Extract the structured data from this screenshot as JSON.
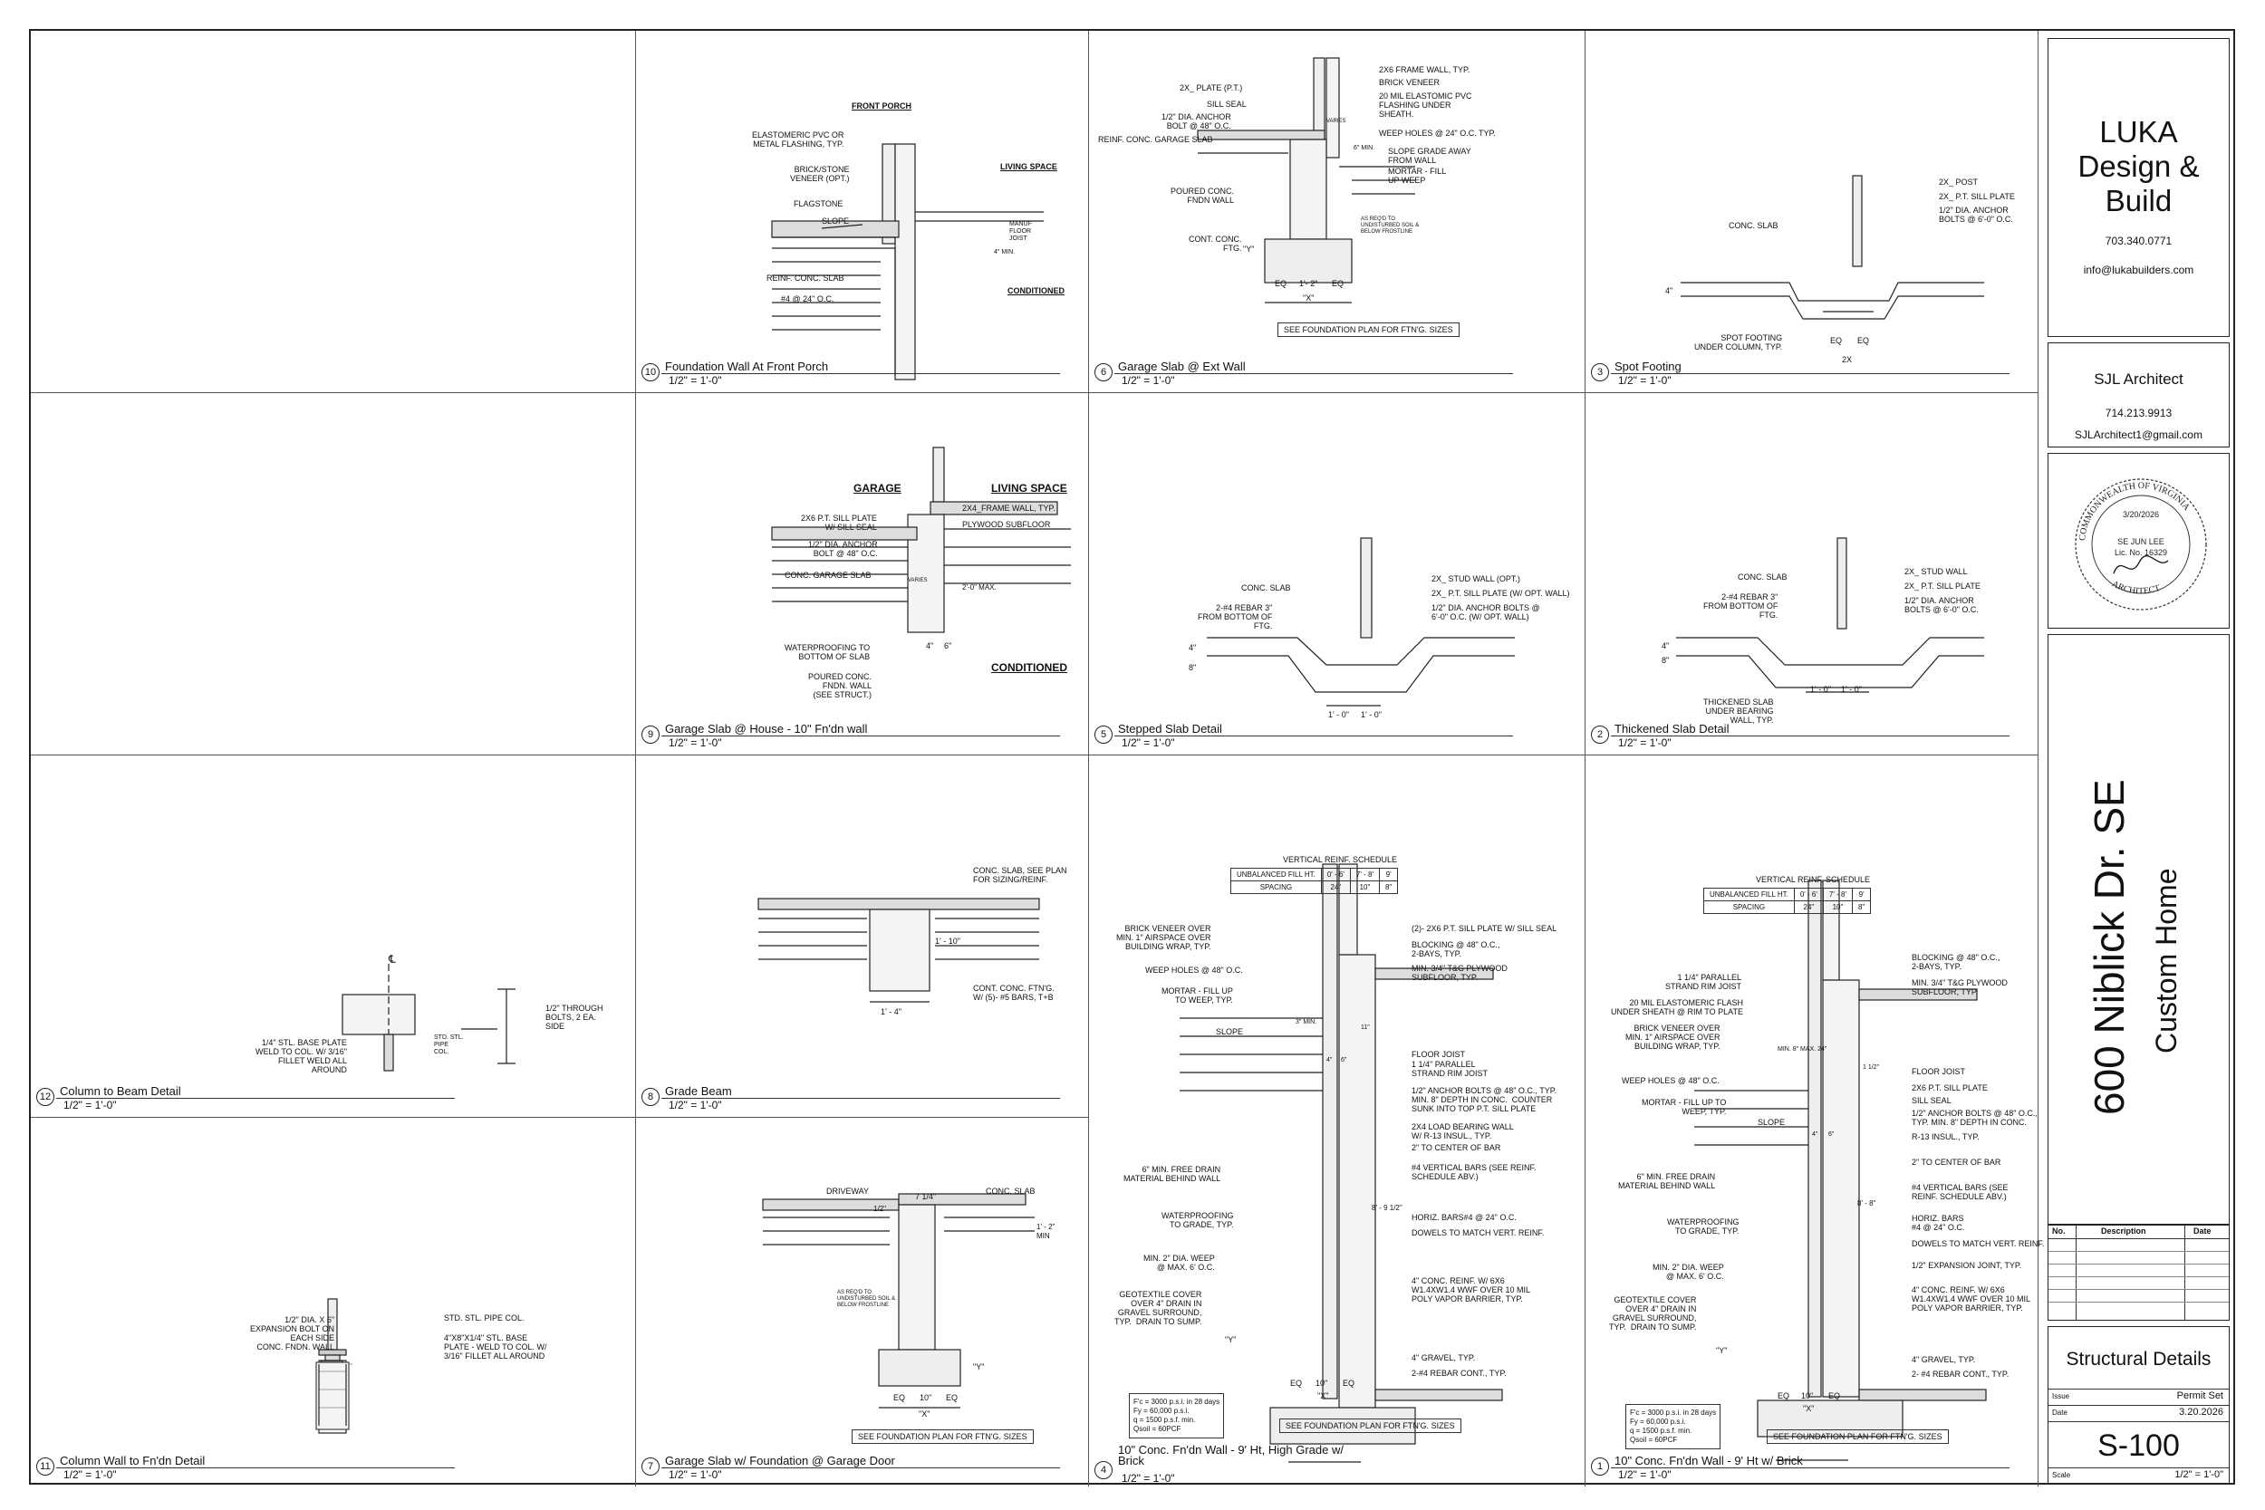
{
  "firm": {
    "name_line1": "LUKA",
    "name_line2": "Design &",
    "name_line3": "Build",
    "phone": "703.340.0771",
    "email": "info@lukabuilders.com"
  },
  "architect": {
    "name": "SJL Architect",
    "phone": "714.213.9913",
    "email": "SJLArchitect1@gmail.com"
  },
  "seal": {
    "ring_top": "COMMONWEALTH OF VIRGINIA",
    "date": "3/20/2026",
    "name": "SE JUN LEE",
    "lic": "Lic. No. 16329",
    "ring_bottom": "ARCHITECT"
  },
  "project": {
    "address": "600 Niblick Dr. SE",
    "type": "Custom Home"
  },
  "revisions": {
    "col_no": "No.",
    "col_desc": "Description",
    "col_date": "Date"
  },
  "sheet": {
    "title": "Structural Details",
    "issue_label": "Issue",
    "issue": "Permit Set",
    "date_label": "Date",
    "date": "3.20.2026",
    "number": "S-100",
    "scale_label": "Scale",
    "scale": "1/2\" = 1'-0\""
  },
  "details": {
    "d10": {
      "num": "10",
      "title": "Foundation Wall At Front Porch",
      "scale": "1/2\" = 1'-0\"",
      "labels": [
        "FRONT PORCH",
        "ELASTOMERIC PVC OR\nMETAL FLASHING, TYP.",
        "BRICK/STONE\nVENEER (OPT.)",
        "FLAGSTONE",
        "SLOPE",
        "REINF. CONC. SLAB",
        "#4 @ 24\" O.C.",
        "LIVING SPACE",
        "CONDITIONED",
        "MANUF\nFLOOR\nJOIST",
        "4\" MIN."
      ]
    },
    "d6": {
      "num": "6",
      "title": "Garage Slab @ Ext Wall",
      "scale": "1/2\" = 1'-0\"",
      "labels": [
        "2X_ PLATE (P.T.)",
        "SILL SEAL",
        "1/2\" DIA. ANCHOR\nBOLT @ 48\" O.C.",
        "REINF. CONC. GARAGE SLAB",
        "POURED CONC.\nFNDN WALL",
        "CONT. CONC.\nFTG.",
        "2X6 FRAME WALL, TYP.",
        "BRICK VENEER",
        "20 MIL ELASTOMIC PVC\nFLASHING UNDER\nSHEATH.",
        "WEEP HOLES @ 24\" O.C. TYP.",
        "SLOPE GRADE AWAY\nFROM WALL",
        "MORTAR - FILL\nUP WEEP",
        "EQ",
        "1'- 2\"",
        "EQ",
        "\"X\"",
        "SEE FOUNDATION PLAN FOR FTN'G. SIZES",
        "\"Y\"",
        "AS REQ'D TO\nUNDISTURBED SOIL &\nBELOW FROSTLINE",
        "VARIES",
        "6\" MIN."
      ]
    },
    "d3": {
      "num": "3",
      "title": "Spot Footing",
      "scale": "1/2\" = 1'-0\"",
      "labels": [
        "CONC. SLAB",
        "2X_ POST",
        "2X_ P.T. SILL PLATE",
        "1/2\" DIA. ANCHOR\nBOLTS @ 6'-0\" O.C.",
        "SPOT FOOTING\nUNDER COLUMN, TYP.",
        "EQ",
        "EQ",
        "2X",
        "4\""
      ]
    },
    "d9": {
      "num": "9",
      "title": "Garage Slab @ House - 10\" Fn'dn wall",
      "scale": "1/2\" = 1'-0\"",
      "labels": [
        "GARAGE",
        "LIVING SPACE",
        "2X6 P.T. SILL PLATE\nW/ SILL SEAL",
        "1/2\" DIA. ANCHOR\nBOLT @ 48\" O.C.",
        "CONC. GARAGE SLAB",
        "WATERPROOFING TO\nBOTTOM OF SLAB",
        "POURED CONC.\nFNDN. WALL\n(SEE STRUCT.)",
        "2X4_FRAME WALL, TYP.",
        "PLYWOOD SUBFLOOR",
        "CONDITIONED",
        "2'-0\" MAX.",
        "VARIES",
        "4\"",
        "6\""
      ]
    },
    "d5": {
      "num": "5",
      "title": "Stepped Slab Detail",
      "scale": "1/2\" = 1'-0\"",
      "labels": [
        "CONC. SLAB",
        "2-#4 REBAR 3\"\nFROM BOTTOM OF\nFTG.",
        "2X_ STUD WALL (OPT.)",
        "2X_ P.T. SILL PLATE (W/ OPT. WALL)",
        "1/2\" DIA. ANCHOR BOLTS @\n6'-0\" O.C. (W/ OPT. WALL)",
        "1' - 0\"",
        "1' - 0\"",
        "8\"",
        "4\""
      ]
    },
    "d2": {
      "num": "2",
      "title": "Thickened Slab Detail",
      "scale": "1/2\" = 1'-0\"",
      "labels": [
        "CONC. SLAB",
        "2-#4 REBAR 3\"\nFROM BOTTOM OF\nFTG.",
        "THICKENED SLAB\nUNDER BEARING\nWALL, TYP.",
        "2X_ STUD WALL",
        "2X_ P.T. SILL PLATE",
        "1/2\" DIA. ANCHOR\nBOLTS @ 6'-0\" O.C.",
        "1' - 0\"",
        "1' - 0\"",
        "8\"",
        "4\""
      ]
    },
    "d12": {
      "num": "12",
      "title": "Column to Beam Detail",
      "scale": "1/2\" = 1'-0\"",
      "labels": [
        "1/4\" STL. BASE PLATE\nWELD TO COL. W/ 3/16\"\nFILLET WELD ALL\nAROUND",
        "STD. STL.\nPIPE\nCOL.",
        "1/2\" THROUGH\nBOLTS, 2 EA.\nSIDE",
        "℄"
      ]
    },
    "d8": {
      "num": "8",
      "title": "Grade Beam",
      "scale": "1/2\" = 1'-0\"",
      "labels": [
        "CONC. SLAB, SEE PLAN\nFOR SIZING/REINF.",
        "CONT. CONC. FTN'G.\nW/ (5)- #5 BARS, T+B",
        "1' - 4\"",
        "1' - 10\""
      ]
    },
    "d4": {
      "num": "4",
      "title": "10\" Conc. Fn'dn Wall - 9' Ht, High Grade w/\nBrick",
      "scale": "1/2\" = 1'-0\"",
      "table_title": "VERTICAL REINF. SCHEDULE",
      "table": [
        [
          "UNBALANCED FILL HT.",
          "0' - 6'",
          "7' - 8'",
          "9'"
        ],
        [
          "SPACING",
          "24\"",
          "10\"",
          "8\""
        ]
      ],
      "labels_left": [
        "BRICK VENEER OVER\nMIN. 1\" AIRSPACE OVER\nBUILDING WRAP, TYP.",
        "WEEP HOLES @ 48\" O.C.",
        "MORTAR - FILL UP\nTO WEEP, TYP.",
        "SLOPE",
        "6\" MIN. FREE DRAIN\nMATERIAL BEHIND WALL",
        "WATERPROOFING\nTO GRADE, TYP.",
        "MIN. 2\" DIA. WEEP\n@ MAX. 6' O.C.",
        "GEOTEXTILE COVER\nOVER 4\" DRAIN IN\nGRAVEL SURROUND,\nTYP.  DRAIN TO SUMP.",
        "\"Y\""
      ],
      "labels_right": [
        "(2)- 2X6 P.T. SILL PLATE W/ SILL SEAL",
        "BLOCKING @ 48\" O.C.,\n2-BAYS, TYP.",
        "MIN. 3/4\" T&G PLYWOOD\nSUBFLOOR, TYP.",
        "FLOOR JOIST",
        "1 1/4\" PARALLEL\nSTRAND RIM JOIST",
        "1/2\" ANCHOR BOLTS @ 48\" O.C., TYP.\nMIN. 8\" DEPTH IN CONC.  COUNTER\nSUNK INTO TOP P.T. SILL PLATE",
        "2X4 LOAD BEARING WALL\nW/ R-13 INSUL., TYP.",
        "2\" TO CENTER OF BAR",
        "#4 VERTICAL BARS (SEE REINF.\nSCHEDULE ABV.)",
        "HORIZ. BARS#4 @ 24\" O.C.",
        "DOWELS TO MATCH VERT. REINF.",
        "4\" CONC. REINF. W/ 6X6\nW1.4XW1.4 WWF OVER 10 MIL\nPOLY VAPOR BARRIER, TYP.",
        "4\" GRAVEL, TYP.",
        "2-#4 REBAR CONT., TYP."
      ],
      "dims": [
        "3\" MIN.",
        "4\"",
        "6\"",
        "11\"",
        "8' - 9 1/2\"",
        "EQ",
        "10\"",
        "EQ",
        "\"X\""
      ],
      "notes": "F'c = 3000 p.s.i. in 28 days\nFy = 60,000 p.s.i.\nq = 1500 p.s.f. min.\nQsoil = 60PCF",
      "seefdn": "SEE FOUNDATION PLAN FOR FTN'G. SIZES"
    },
    "d1": {
      "num": "1",
      "title": "10\" Conc. Fn'dn Wall - 9' Ht w/ Brick",
      "scale": "1/2\" = 1'-0\"",
      "table_title": "VERTICAL REINF. SCHEDULE",
      "table": [
        [
          "UNBALANCED FILL HT.",
          "0' - 6'",
          "7' - 8'",
          "9'"
        ],
        [
          "SPACING",
          "24\"",
          "10\"",
          "8\""
        ]
      ],
      "labels_left": [
        "1 1/4\" PARALLEL\nSTRAND RIM JOIST",
        "20 MIL ELASTOMERIC FLASH\nUNDER SHEATH @ RIM TO PLATE",
        "BRICK VENEER OVER\nMIN. 1\" AIRSPACE OVER\nBUILDING WRAP, TYP.",
        "WEEP HOLES @ 48\" O.C.",
        "MORTAR - FILL UP TO\nWEEP, TYP.",
        "SLOPE",
        "6\" MIN. FREE DRAIN\nMATERIAL BEHIND WALL",
        "WATERPROOFING\nTO GRADE, TYP.",
        "MIN. 2\" DIA. WEEP\n@ MAX. 6' O.C.",
        "GEOTEXTILE COVER\nOVER 4\" DRAIN IN\nGRAVEL SURROUND,\nTYP.  DRAIN TO SUMP.",
        "\"Y\""
      ],
      "labels_right": [
        "BLOCKING @ 48\" O.C.,\n2-BAYS, TYP.",
        "MIN. 3/4\" T&G PLYWOOD\nSUBFLOOR, TYP.",
        "FLOOR JOIST",
        "2X6 P.T. SILL PLATE",
        "SILL SEAL",
        "1/2\" ANCHOR BOLTS @ 48\" O.C.,\nTYP. MIN. 8\" DEPTH IN CONC.",
        "R-13 INSUL., TYP.",
        "2\" TO CENTER OF BAR",
        "#4 VERTICAL BARS (SEE\nREINF. SCHEDULE ABV.)",
        "HORIZ. BARS\n#4 @ 24\" O.C.",
        "DOWELS TO MATCH VERT. REINF.",
        "1/2\" EXPANSION JOINT, TYP.",
        "4\" CONC. REINF. W/ 6X6\nW1.4XW1.4 WWF OVER 10 MIL\nPOLY VAPOR BARRIER, TYP.",
        "4\" GRAVEL, TYP.",
        "2- #4 REBAR CONT., TYP."
      ],
      "dims": [
        "MIN. 8\" MAX. 24\"",
        "1 1/2\"",
        "4\"",
        "6\"",
        "8' - 8\"",
        "EQ",
        "10\"",
        "EQ",
        "\"X\""
      ],
      "notes": "F'c = 3000 p.s.i. in 28 days\nFy = 60,000 p.s.i.\nq = 1500 p.s.f. min.\nQsoil = 60PCF",
      "seefdn": "SEE FOUNDATION PLAN FOR FTN'G. SIZES"
    },
    "d11": {
      "num": "11",
      "title": "Column Wall to Fn'dn Detail",
      "scale": "1/2\" = 1'-0\"",
      "labels": [
        "1/2\" DIA. X 6\"\nEXPANSION BOLT ON\nEACH SIDE\nCONC. FNDN. WALL",
        "STD. STL. PIPE COL.",
        "4\"X8\"X1/4\" STL. BASE\nPLATE - WELD TO COL. W/\n3/16\" FILLET ALL AROUND"
      ]
    },
    "d7": {
      "num": "7",
      "title": "Garage Slab w/ Foundation @ Garage Door",
      "scale": "1/2\" = 1'-0\"",
      "labels": [
        "DRIVEWAY",
        "7 1/4\"",
        "CONC. SLAB",
        "1/2\"",
        "1' - 2\"\nMIN",
        "AS REQ'D TO\nUNDISTURBED SOIL &\nBELOW FROSTLINE",
        "\"Y\"",
        "EQ",
        "10\"",
        "EQ",
        "\"X\"",
        "SEE FOUNDATION PLAN FOR FTN'G. SIZES"
      ]
    }
  }
}
